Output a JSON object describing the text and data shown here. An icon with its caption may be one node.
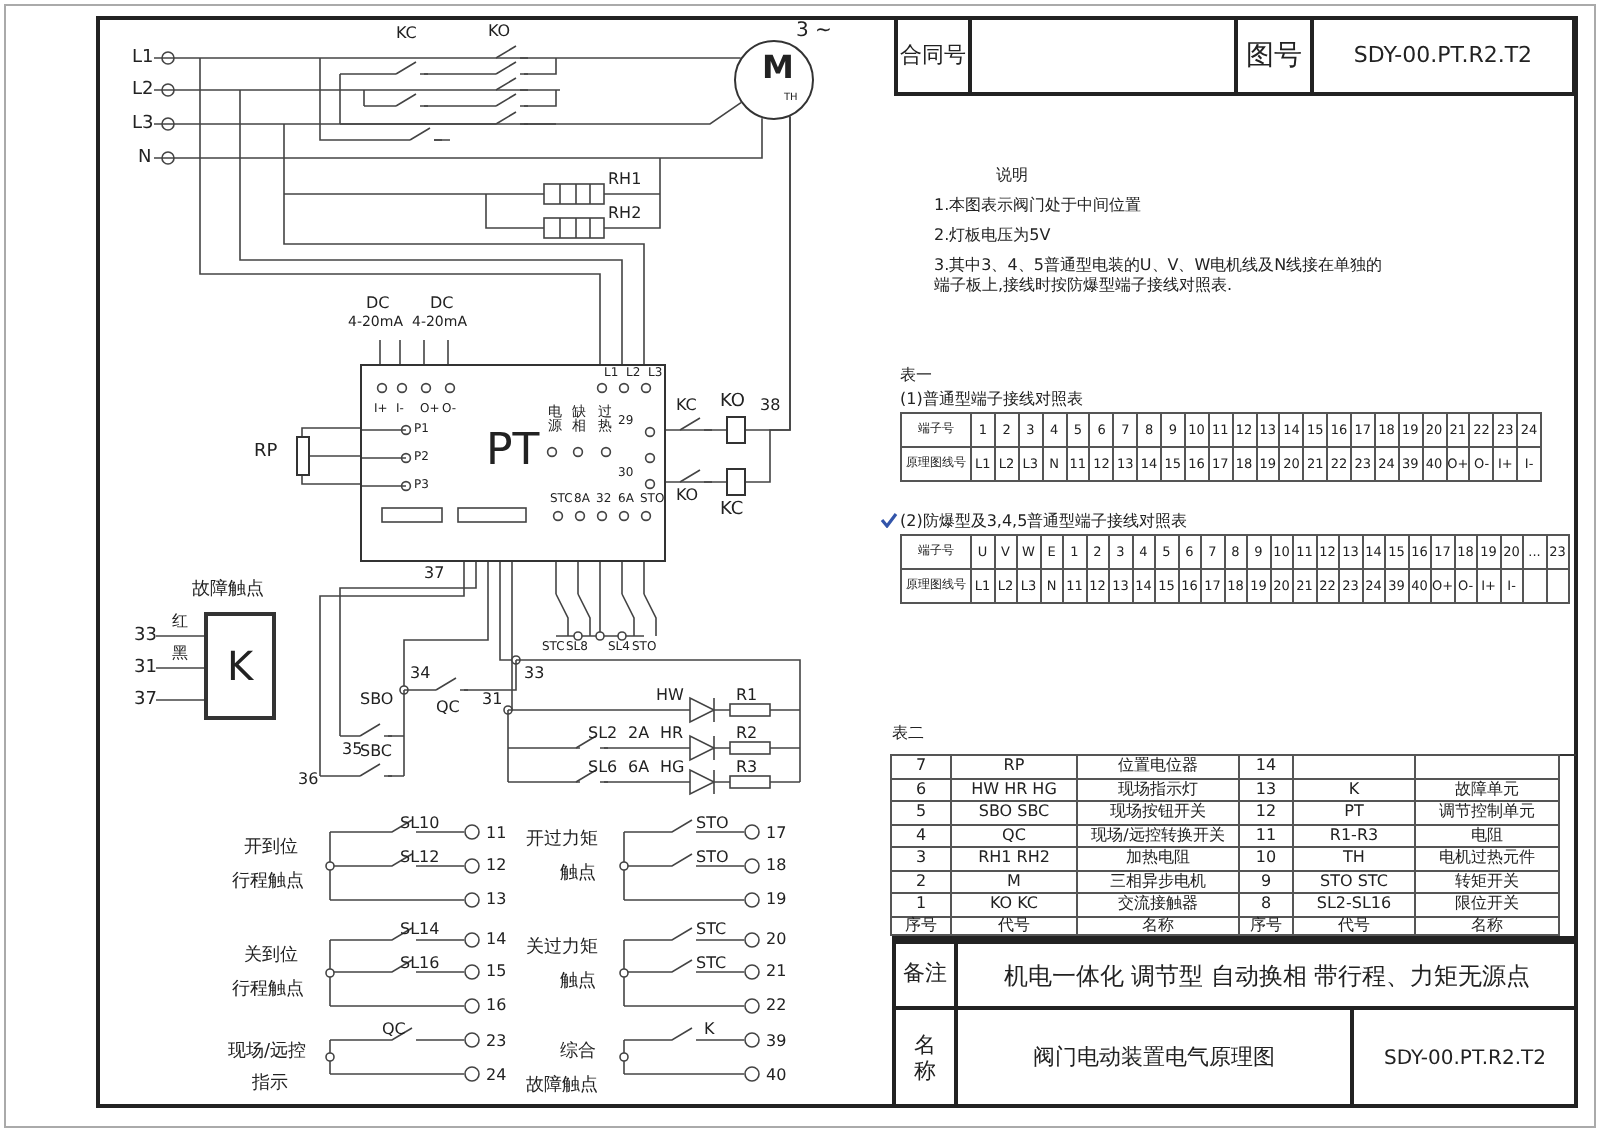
{
  "diagram": {
    "nodes": [
      {
        "text": [
          "M",
          "TH"
        ],
        "beside": [
          "3 ~"
        ]
      },
      {
        "text": [
          "PT",
          "L1",
          "L2",
          "L3",
          "I+",
          "I-",
          "O+",
          "O-",
          "P1",
          "P2",
          "P3",
          "电源",
          "缺相",
          "过热",
          "29",
          "30",
          "STC",
          "8A",
          "32",
          "6A",
          "STO"
        ]
      },
      {
        "text": [
          "K"
        ],
        "beside": [
          "故障触点"
        ]
      },
      {
        "text": [],
        "shape": "box",
        "beside": [
          "KO"
        ]
      },
      {
        "text": [],
        "shape": "box",
        "beside": [
          "KC"
        ]
      },
      {
        "text": [],
        "shape": "box",
        "beside": [
          "RP"
        ]
      },
      {
        "text": [
          "L1"
        ]
      },
      {
        "text": [
          "L2"
        ]
      },
      {
        "text": [
          "L3"
        ]
      },
      {
        "text": [
          "N"
        ]
      },
      {
        "text": [
          "33"
        ]
      },
      {
        "text": [
          "31"
        ]
      },
      {
        "text": [
          "37"
        ]
      }
    ],
    "edges": [
      {
        "from": 1,
        "to": 3,
        "arrow": "none"
      },
      {
        "from": 1,
        "to": 4,
        "arrow": "none"
      },
      {
        "from": 3,
        "to": 0,
        "arrow": "none"
      },
      {
        "from": 4,
        "to": 0,
        "arrow": "none"
      },
      {
        "from": 5,
        "to": 1,
        "arrow": "none"
      },
      {
        "from": 5,
        "to": 1,
        "arrow": "none"
      },
      {
        "from": 5,
        "to": 1,
        "arrow": "none"
      },
      {
        "from": 10,
        "to": 2,
        "arrow": "none",
        "label": "红"
      },
      {
        "from": 11,
        "to": 2,
        "arrow": "none",
        "label": "黑"
      },
      {
        "from": 12,
        "to": 2,
        "arrow": "none"
      },
      {
        "from": 6,
        "to": 0,
        "arrow": "none"
      },
      {
        "from": 8,
        "to": 0,
        "arrow": "none"
      },
      {
        "from": 9,
        "to": 0,
        "arrow": "none"
      },
      {
        "from": 7,
        "to": null,
        "arrow": "none"
      },
      {
        "from": null,
        "to": 1,
        "arrow": "none"
      },
      {
        "from": null,
        "to": 1,
        "arrow": "none"
      },
      {
        "from": null,
        "to": 1,
        "arrow": "none"
      },
      {
        "from": 1,
        "to": null,
        "arrow": "none"
      },
      {
        "from": 1,
        "to": null,
        "arrow": "none"
      },
      {
        "from": 1,
        "to": null,
        "arrow": "none"
      },
      {
        "from": 1,
        "to": null,
        "arrow": "none"
      },
      {
        "from": 1,
        "to": null,
        "arrow": "none"
      },
      {
        "from": 1,
        "to": null,
        "arrow": "none"
      },
      {
        "from": 1,
        "to": null,
        "arrow": "none"
      },
      {
        "from": 1,
        "to": null,
        "arrow": "none"
      },
      {
        "from": 1,
        "to": null,
        "arrow": "none"
      },
      {
        "from": 1,
        "to": null,
        "arrow": "none"
      }
    ],
    "labels": [
      "KC",
      "KO",
      "RH1",
      "RH2",
      "DC",
      "4-20mA",
      "DC",
      "4-20mA",
      "KC",
      "38",
      "KO",
      "STC",
      "SL8",
      "SL4",
      "STO",
      "37",
      "34",
      "33",
      "QC",
      "31",
      "HW",
      "R1",
      "SL2",
      "2A",
      "HR",
      "R2",
      "SL6",
      "6A",
      "HG",
      "R3",
      "SBO",
      "35",
      "SBC",
      "36",
      "SL10",
      "11",
      "开到位",
      "SL12",
      "12",
      "行程触点",
      "13",
      "SL14",
      "14",
      "关到位",
      "SL16",
      "15",
      "行程触点",
      "16",
      "QC",
      "23",
      "现场/远控",
      "指示",
      "24",
      "STO",
      "17",
      "开过力矩",
      "STO",
      "18",
      "触点",
      "19",
      "STC",
      "20",
      "关过力矩",
      "STC",
      "21",
      "触点",
      "22",
      "K",
      "39",
      "综合",
      "40",
      "故障触点",
      "合同号",
      "图号",
      "SDY-00.PT.R2.T2",
      "说明",
      "1.本图表示阀门处于中间位置",
      "2.灯板电压为5V",
      "3.其中3、4、5普通型电装的U、V、W电机线及N线接在单独的端子板上,接线时按防爆型端子接线对照表.",
      "表一",
      "(1)普通型端子接线对照表",
      "端子号",
      "1",
      "2",
      "3",
      "4",
      "5",
      "6",
      "7",
      "8",
      "9",
      "10",
      "11",
      "12",
      "13",
      "14",
      "15",
      "16",
      "17",
      "18",
      "19",
      "20",
      "21",
      "22",
      "23",
      "24",
      "原理图线号",
      "L1",
      "L2",
      "L3",
      "N",
      "11",
      "12",
      "13",
      "14",
      "15",
      "16",
      "17",
      "18",
      "19",
      "20",
      "21",
      "22",
      "23",
      "24",
      "39",
      "40",
      "O+",
      "O-",
      "I+",
      "I-",
      "(2)防爆型及3,4,5普通型端子接线对照表",
      "端子号",
      "U",
      "V",
      "W",
      "E",
      "1",
      "2",
      "3",
      "4",
      "5",
      "6",
      "7",
      "8",
      "9",
      "10",
      "11",
      "12",
      "13",
      "14",
      "15",
      "16",
      "17",
      "18",
      "19",
      "20",
      "...",
      "23",
      "原理图线号",
      "L1",
      "L2",
      "L3",
      "N",
      "11",
      "12",
      "13",
      "14",
      "15",
      "16",
      "17",
      "18",
      "19",
      "20",
      "21",
      "22",
      "23",
      "24",
      "39",
      "40",
      "O+",
      "O-",
      "I+",
      "I-",
      "表二",
      "7",
      "RP",
      "位置电位器",
      "14",
      "6",
      "HW  HR  HG",
      "现场指示灯",
      "13",
      "K",
      "故障单元",
      "5",
      "SBO  SBC",
      "现场按钮开关",
      "12",
      "PT",
      "调节控制单元",
      "4",
      "QC",
      "现场/远控转换开关",
      "11",
      "R1-R3",
      "电阻",
      "3",
      "RH1  RH2",
      "加热电阻",
      "10",
      "TH",
      "电机过热元件",
      "2",
      "M",
      "三相异步电机",
      "9",
      "STO  STC",
      "转矩开关",
      "1",
      "KO  KC",
      "交流接触器",
      "8",
      "SL2-SL16",
      "限位开关",
      "序号",
      "代号",
      "名称",
      "序号",
      "代号",
      "名称",
      "备注",
      "机电一体化 调节型 自动换相 带行程、力矩无源点",
      "名称",
      "阀门电动装置电气原理图",
      "SDY-00.PT.R2.T2"
    ]
  }
}
